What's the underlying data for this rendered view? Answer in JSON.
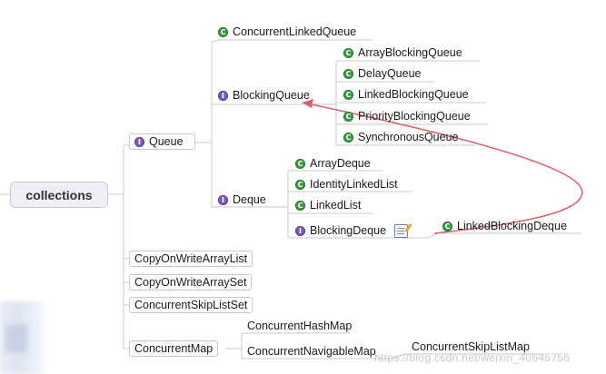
{
  "root": {
    "label": "collections"
  },
  "colors": {
    "class_badge": "#3e9b43",
    "interface_badge": "#7b5cb8",
    "arrow": "#d9646a",
    "line": "#c8c8c8"
  },
  "badges": {
    "class_letter": "C",
    "interface_letter": "I"
  },
  "queue": {
    "label": "Queue",
    "concurrent_linked_queue": "ConcurrentLinkedQueue",
    "blocking_queue": {
      "label": "BlockingQueue",
      "children": [
        "ArrayBlockingQueue",
        "DelayQueue",
        "LinkedBlockingQueue",
        "PriorityBlockingQueue",
        "SynchronousQueue"
      ]
    },
    "deque": {
      "label": "Deque",
      "children": [
        "ArrayDeque",
        "IdentityLinkedList",
        "LinkedList"
      ],
      "blocking_deque": {
        "label": "BlockingDeque",
        "note_icon": "note-icon",
        "child": "LinkedBlockingDeque"
      }
    }
  },
  "others": [
    "CopyOnWriteArrayList",
    "CopyOnWriteArraySet",
    "ConcurrentSkipListSet"
  ],
  "concurrent_map": {
    "label": "ConcurrentMap",
    "children": [
      "ConcurrentHashMap",
      "ConcurrentNavigableMap"
    ],
    "navigable_child": "ConcurrentSkipListMap"
  },
  "watermark": "https://blog.csdn.net/weixin_40645756"
}
